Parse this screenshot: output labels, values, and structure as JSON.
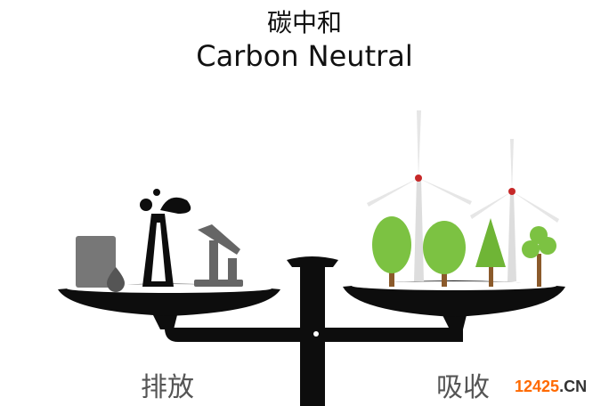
{
  "title": {
    "chinese": "碳中和",
    "english": "Carbon Neutral"
  },
  "labels": {
    "left": "排放",
    "right": "吸收"
  },
  "watermark": {
    "number": "12425",
    "suffix": ".CN"
  },
  "colors": {
    "scale": "#0d0d0d",
    "emission_gray": "#666666",
    "tree_green": "#7cc242",
    "trunk": "#8b5a2b",
    "watermark_orange": "#ff6a00"
  }
}
